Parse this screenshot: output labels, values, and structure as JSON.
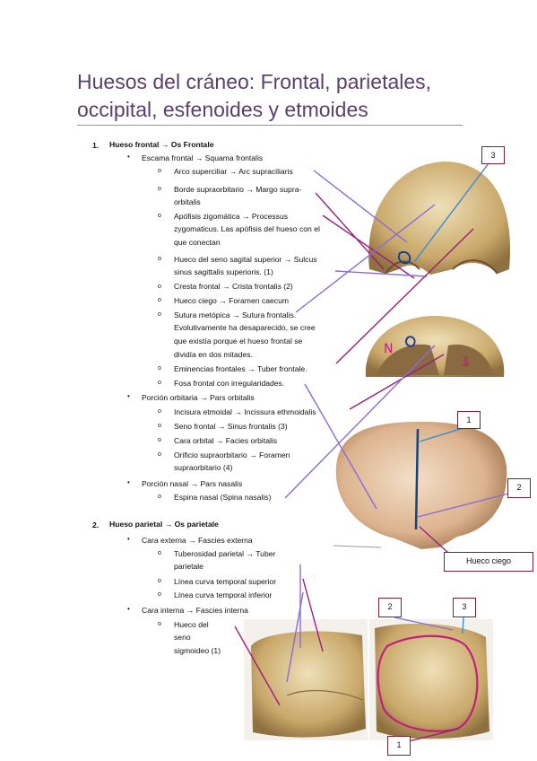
{
  "title": {
    "line1": "Huesos del cráneo: Frontal, parietales,",
    "line2": "occipital, esfenoides y etmoides"
  },
  "sections": [
    {
      "number": "1.",
      "heading": "Hueso frontal → Os Frontale"
    },
    {
      "number": "2.",
      "heading": "Hueso parietal → Os parietale"
    }
  ],
  "frontal": {
    "escama": "Escama frontal → Squama frontalis",
    "escama_items": [
      [
        "Arco superciliar → Arc supraciliaris"
      ],
      [
        "Borde supraorbitario → Margo supra-",
        "orbitalis"
      ],
      [
        "Apófisis zigomática → Processus",
        "zygomaticus. Las apófisis del hueso con el",
        "que conectan"
      ],
      [
        "Hueco del seno sagital superior → Sulcus",
        "sinus sagittalis superioris. (1)"
      ],
      [
        "Cresta frontal → Crista frontalis (2)"
      ],
      [
        "Hueco ciego → Foramen caecum"
      ],
      [
        "Sutura metópica → Sutura frontalis.",
        "Evolutivamente ha desaparecido, se cree",
        "que existía porque el hueso frontal se",
        "dividía en dos mitades."
      ],
      [
        "Eminencias frontales → Tuber frontale."
      ],
      [
        "Fosa frontal con irregularidades."
      ]
    ],
    "orbitaria": "Porción orbitaria → Pars orbitalis",
    "orbitaria_items": [
      [
        "Incisura etmoidal → Incissura ethmoidalis"
      ],
      [
        "Seno frontal → Sinus frontalis (3)"
      ],
      [
        "Cara orbital → Facies orbitalis"
      ],
      [
        "Orificio supraorbitario → Foramen",
        "supraorbitario (4)"
      ]
    ],
    "nasal": "Porción nasal → Pars nasalis",
    "nasal_items": [
      [
        "Espina nasal (Spina nasalis)"
      ]
    ]
  },
  "parietal": {
    "externa": "Cara externa → Fascies externa",
    "externa_items": [
      [
        "Tuberosidad parietal → Tuber",
        "parietale"
      ],
      [
        "Línea curva temporal superior"
      ],
      [
        "Línea curva temporal inferior"
      ]
    ],
    "interna": "Cara interna → Fascies interna",
    "interna_items": [
      [
        "Hueco del",
        "seno",
        "sigmoideo (1)"
      ]
    ]
  },
  "labels": {
    "frontal_top": "3",
    "frontal_inner_1": "1",
    "frontal_inner_2": "2",
    "hueco_ciego": "Hueco ciego",
    "parietal_2": "2",
    "parietal_3": "3",
    "parietal_1": "1"
  },
  "colors": {
    "title": "#5a3f6b",
    "rule": "#b07fbf",
    "arrow_purple": "#8a6bd6",
    "arrow_magenta": "#9b1f7a",
    "bone": "#c8a96a"
  }
}
